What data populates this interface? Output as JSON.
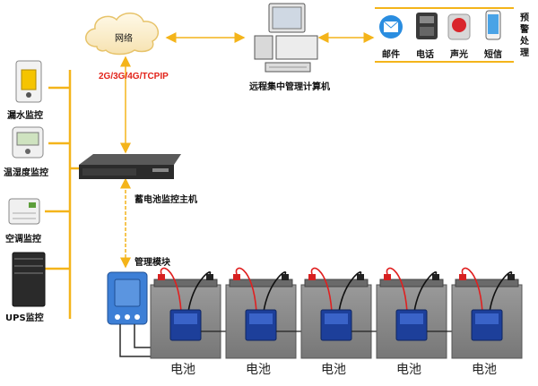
{
  "network": {
    "cloud_label": "网络",
    "protocol_label": "2G/3G/4G/TCPIP"
  },
  "center": {
    "label": "远程集中管理计算机"
  },
  "alarm": {
    "title": "预警处理",
    "items": [
      {
        "label": "邮件",
        "icon": "email-icon"
      },
      {
        "label": "电话",
        "icon": "phone-icon"
      },
      {
        "label": "声光",
        "icon": "alarm-light-icon"
      },
      {
        "label": "短信",
        "icon": "mobile-phone-icon"
      }
    ]
  },
  "sensors": [
    {
      "label": "漏水监控",
      "icon": "leak-sensor-icon"
    },
    {
      "label": "温湿度监控",
      "icon": "temp-humidity-sensor-icon"
    },
    {
      "label": "空调监控",
      "icon": "air-conditioner-icon"
    },
    {
      "label": "UPS监控",
      "icon": "ups-icon"
    }
  ],
  "host": {
    "label": "蓄电池监控主机"
  },
  "module": {
    "label": "管理模块"
  },
  "batteries": {
    "label": "电池",
    "count": 5
  },
  "colors": {
    "bus": "#f4b41a",
    "protocol": "#e2231a",
    "battery_body": "#8d8d8d",
    "cable_red": "#e02020"
  }
}
